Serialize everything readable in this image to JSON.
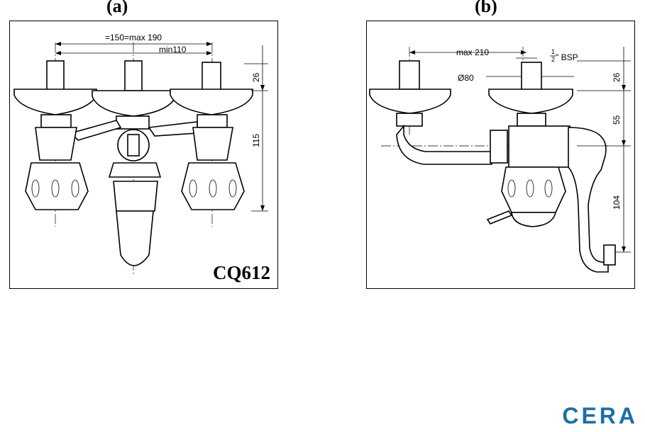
{
  "panels": {
    "a": {
      "label": "(a)",
      "model": "CQ612",
      "dims": {
        "spacing_top": "=150=max 190",
        "spacing_bottom": "min110",
        "height_cap": "26",
        "height_body": "115"
      }
    },
    "b": {
      "label": "(b)",
      "dims": {
        "reach": "max 210",
        "thread_frac_num": "1",
        "thread_frac_den": "2",
        "thread_unit": "\" BSP",
        "flange_dia": "Ø80",
        "height_cap": "26",
        "height_mid": "55",
        "height_low": "104"
      }
    }
  },
  "brand": {
    "name": "CERA",
    "color": "#1d6fa5"
  }
}
